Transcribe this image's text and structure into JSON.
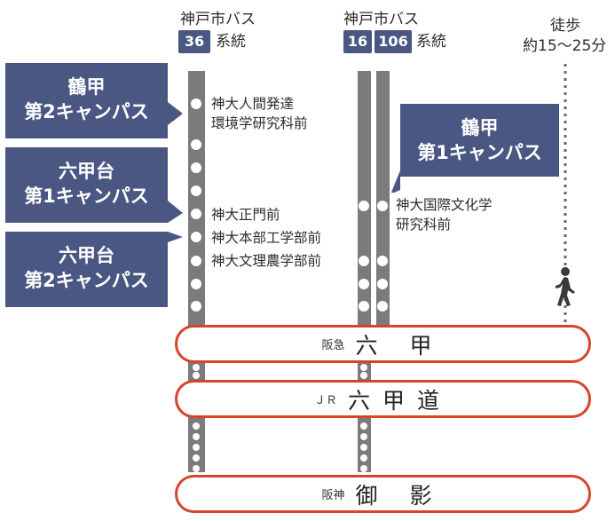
{
  "bus36": {
    "operator": "神戸市バス",
    "route": "36",
    "suffix": "系統",
    "stops": [
      "神大人間発達",
      "環境学研究科前",
      "神大正門前",
      "神大本部工学部前",
      "神大文理農学部前"
    ]
  },
  "bus16_106": {
    "operator": "神戸市バス",
    "routes": [
      "16",
      "106"
    ],
    "suffix": "系統",
    "stops": [
      "神大国際文化学",
      "研究科前"
    ]
  },
  "walk": {
    "label": "徒歩",
    "time": "約15〜25分",
    "icon": "walking-person-icon"
  },
  "campuses": [
    {
      "line1": "鶴甲",
      "line2": "第2キャンパス"
    },
    {
      "line1": "六甲台",
      "line2": "第1キャンパス"
    },
    {
      "line1": "六甲台",
      "line2": "第2キャンパス"
    },
    {
      "line1": "鶴甲",
      "line2": "第1キャンパス"
    }
  ],
  "stations": [
    {
      "line": "阪急",
      "name": "六 甲"
    },
    {
      "line": "ＪＲ",
      "name": "六甲道"
    },
    {
      "line": "阪神",
      "name": "御 影"
    }
  ],
  "colors": {
    "campus": "#4b5783",
    "station_border": "#d6452a",
    "route_bar": "#7b7b7b"
  }
}
